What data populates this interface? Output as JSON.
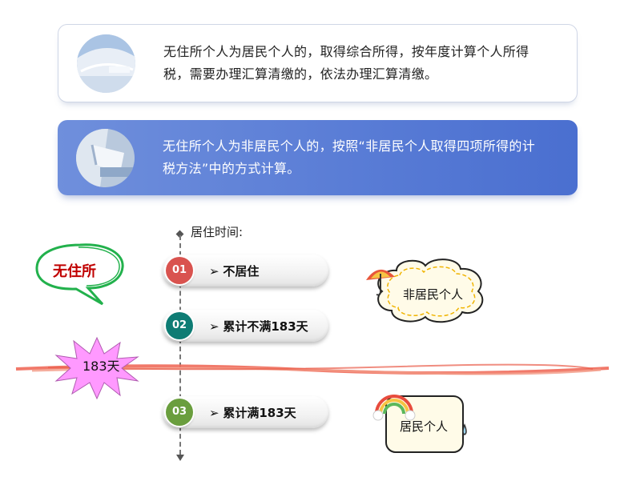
{
  "cards": [
    {
      "text": "无住所个人为居民个人的，取得综合所得，按年度计算个人所得税，需要办理汇算清缴的，依法办理汇算清缴。"
    },
    {
      "text": "无住所个人为非居民个人的，按照“非居民个人取得四项所得的计税方法”中的方式计算。"
    }
  ],
  "timeline": {
    "label": "居住时间:",
    "items": [
      {
        "num": "01",
        "text": "不居住",
        "color": "#d9534f"
      },
      {
        "num": "02",
        "text": "累计不满183天",
        "color": "#0e7c74"
      },
      {
        "num": "03",
        "text": "累计满183天",
        "color": "#6a9e3e"
      }
    ]
  },
  "left": {
    "bubble": "无住所",
    "star": "183天"
  },
  "right": {
    "nonresident": "非居民个人",
    "resident": "居民个人"
  },
  "colors": {
    "card2_bg": "#5a7dd6",
    "bubble_stroke": "#22b14c",
    "bubble_text": "#c00000",
    "star_fill": "#ff99ff",
    "wave": "#f06a5a"
  }
}
